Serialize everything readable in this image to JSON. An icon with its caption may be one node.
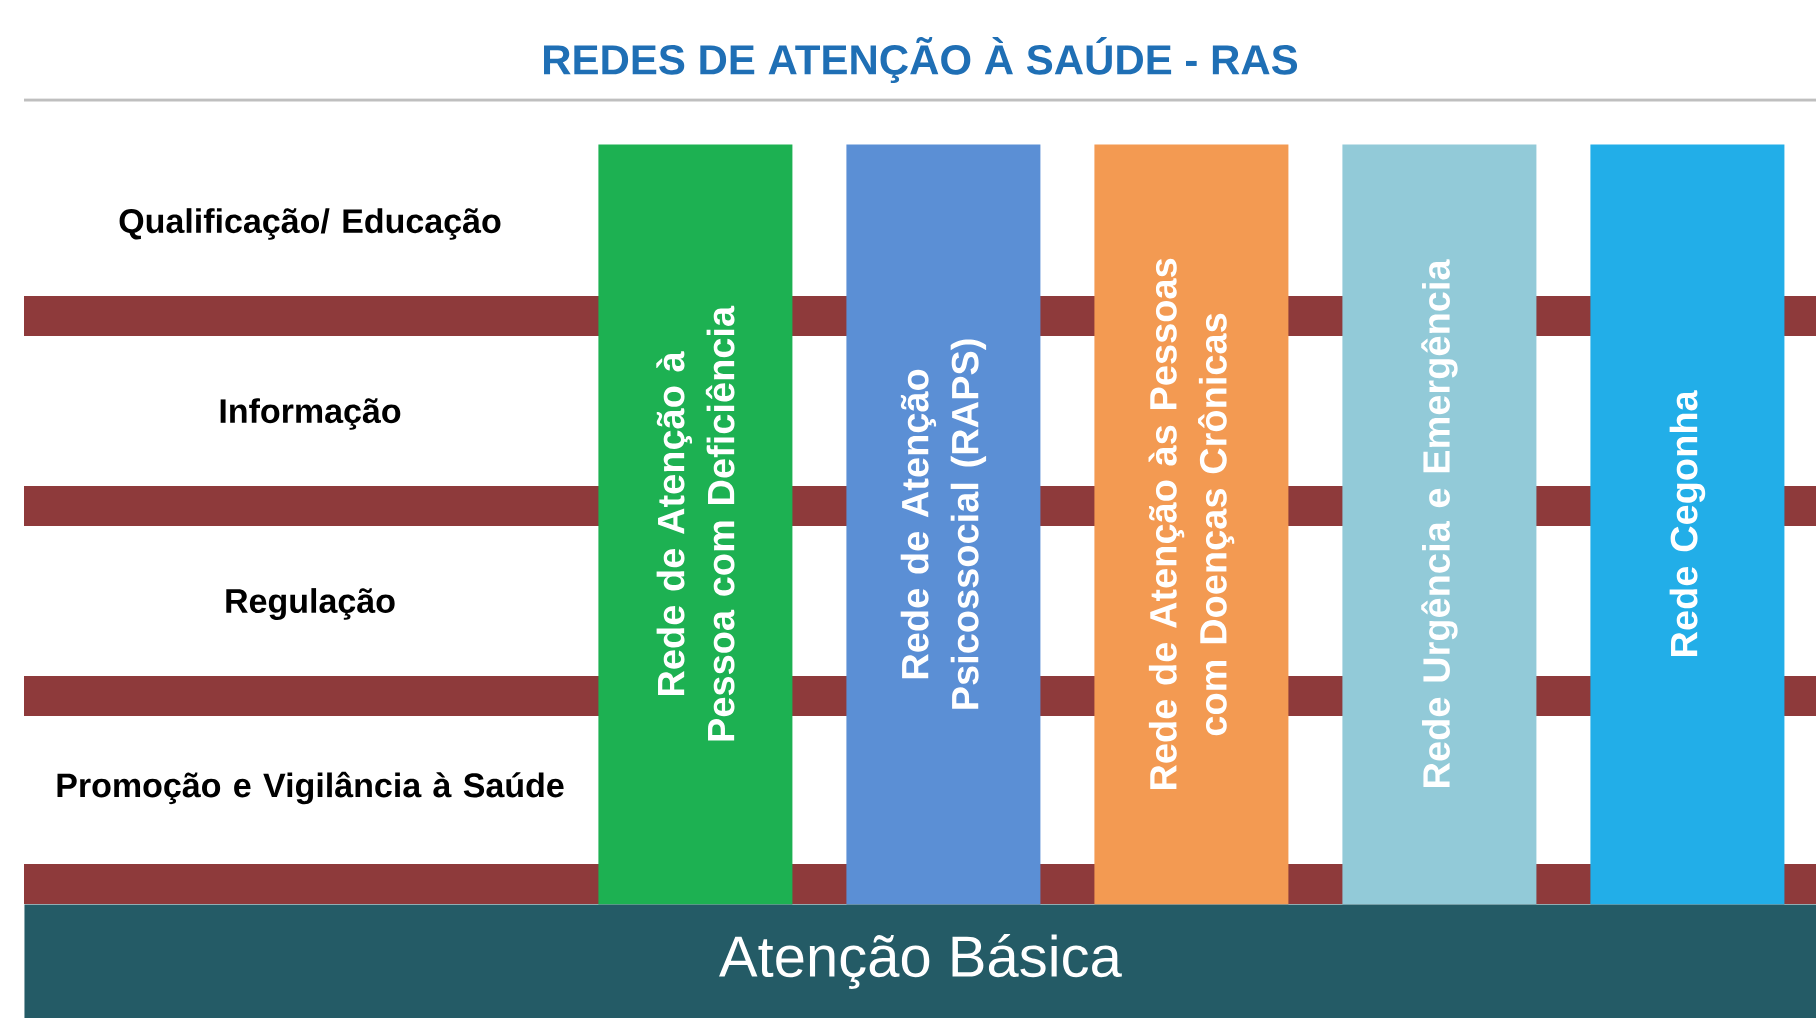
{
  "diagram": {
    "title": "REDES DE ATENÇÃO À SAÚDE - RAS",
    "nodes": [
      {
        "text": [
          "Rede de Atenção à Pessoa com Deficiência"
        ]
      },
      {
        "text": [
          "Rede de Atenção Psicossocial (RAPS)"
        ]
      },
      {
        "text": [
          "Rede de Atenção às Pessoas com Doenças Crônicas"
        ]
      },
      {
        "text": [
          "Rede Urgência e Emergência"
        ]
      },
      {
        "text": [
          "Rede Cegonha"
        ]
      },
      {
        "text": [
          "Atenção Básica"
        ]
      }
    ],
    "labels": [
      "Qualificação/ Educação",
      "Informação",
      "Regulação",
      "Promoção e Vigilância à Saúde"
    ]
  }
}
